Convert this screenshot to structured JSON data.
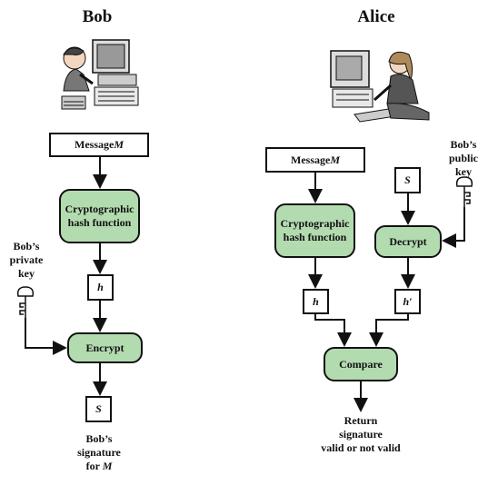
{
  "titles": {
    "bob": "Bob",
    "alice": "Alice"
  },
  "bob": {
    "message_prefix": "Message ",
    "message_var": "M",
    "hash_fn": "Cryptographic hash function",
    "hash_var": "h",
    "key_label": "Bob’s private key",
    "encrypt": "Encrypt",
    "sig_var": "S",
    "sig_label_1": "Bob’s",
    "sig_label_2": "signature",
    "sig_label_3_prefix": "for ",
    "sig_label_3_var": "M"
  },
  "alice": {
    "message_prefix": "Message ",
    "message_var": "M",
    "sig_var": "S",
    "key_label": "Bob’s public key",
    "hash_fn": "Cryptographic hash function",
    "decrypt": "Decrypt",
    "hash_var": "h",
    "hash_prime_var": "h′",
    "compare": "Compare",
    "result_1": "Return",
    "result_2": "signature",
    "result_3": "valid or not valid"
  },
  "colors": {
    "box_fill": "#b3dbb0",
    "stroke": "#111111"
  },
  "icons": {
    "bob_figure": "person-at-computer-icon",
    "alice_figure": "person-at-computer-icon",
    "key": "key-icon"
  }
}
